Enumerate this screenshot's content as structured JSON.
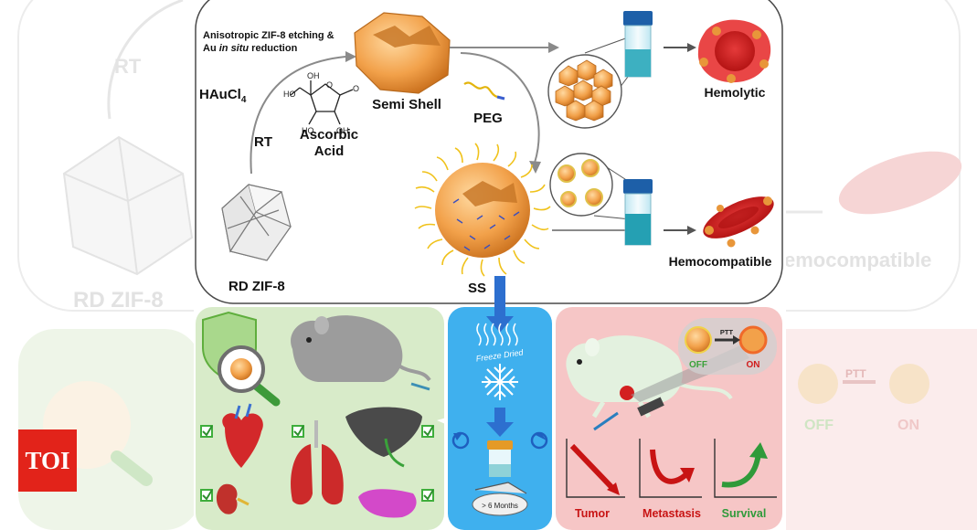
{
  "logo": {
    "text": "TOI"
  },
  "top_panel": {
    "etching_line1": "Anisotropic ZIF-8 etching &",
    "etching_line2_prefix": "Au ",
    "etching_line2_italic": "in situ",
    "etching_line2_suffix": " reduction",
    "haucl4": "HAuCl",
    "haucl4_sub": "4",
    "rt": "RT",
    "ascorbic_line1": "Ascorbic",
    "ascorbic_line2": "Acid",
    "semi_shell": "Semi Shell",
    "peg": "PEG",
    "hemolytic": "Hemolytic",
    "ss": "SS",
    "hemocompatible": "Hemocompatible",
    "rd_zif8": "RD ZIF-8"
  },
  "middle_panel": {
    "freeze_dried": "Freeze Dried",
    "months": "> 6 Months"
  },
  "right_panel": {
    "ptt": "PTT",
    "off": "OFF",
    "on": "ON",
    "tumor": "Tumor",
    "metastasis": "Metastasis",
    "survival": "Survival"
  },
  "background_echo": {
    "rt": "RT",
    "rd_zif8": "RD ZIF-8",
    "hemocompatible": "emocompatible",
    "ptt": "PTT",
    "off": "OFF",
    "on": "ON"
  },
  "colors": {
    "gold": "#e8963a",
    "green_panel": "#d8ebc9",
    "blue_panel": "#3fb0ee",
    "red_panel": "#f6c6c6",
    "teal_liquid": "#2aa3b6",
    "red_blood": "#d31f1f"
  }
}
